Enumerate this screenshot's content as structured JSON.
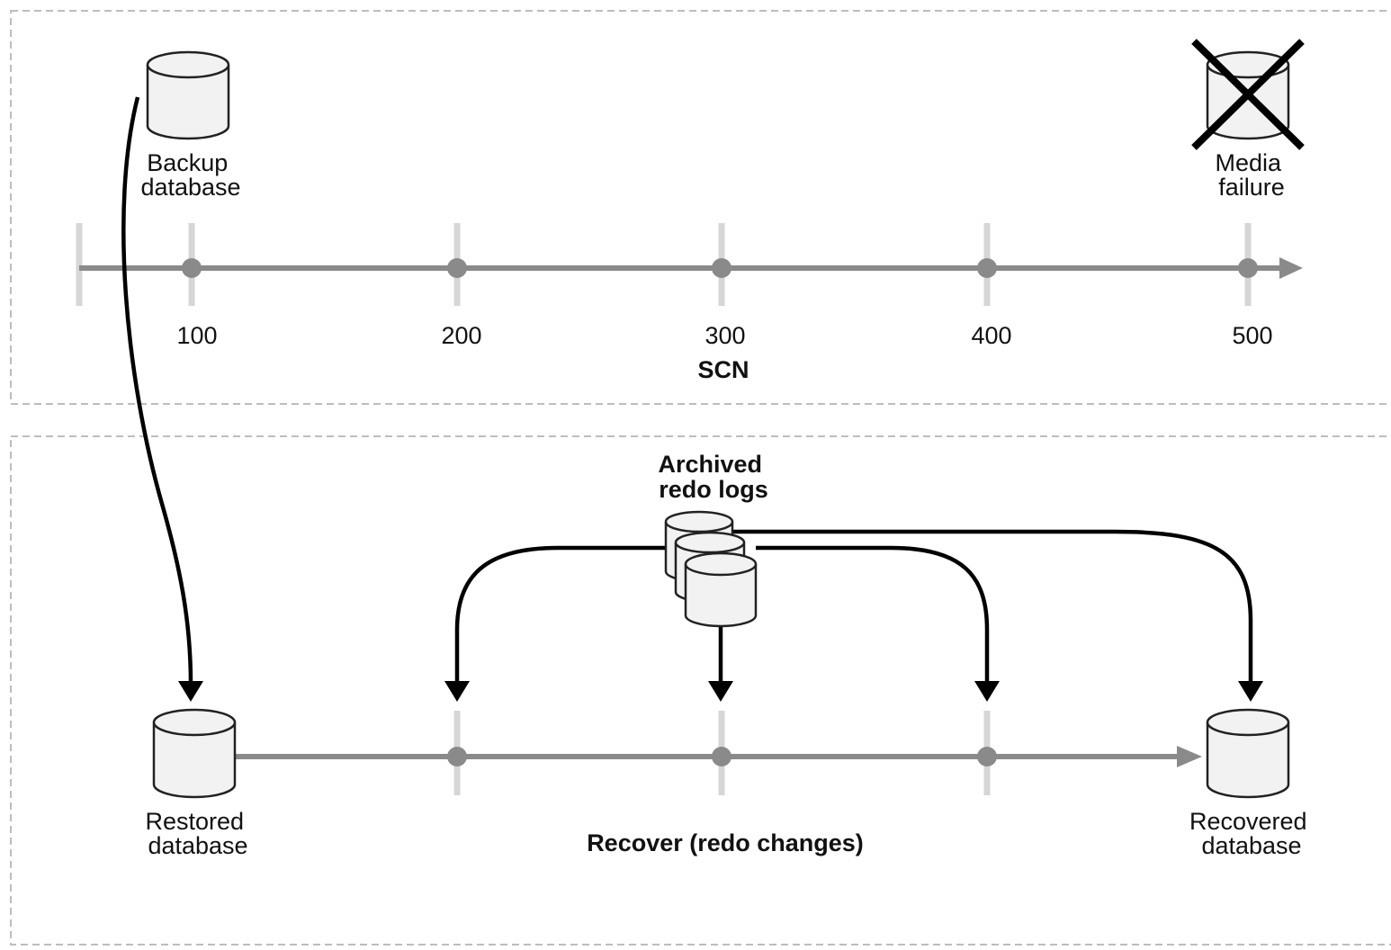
{
  "top_panel": {
    "backup_label": {
      "line1": "Backup",
      "line2": "database"
    },
    "failure_label": {
      "line1": "Media",
      "line2": "failure"
    },
    "ticks": [
      "100",
      "200",
      "300",
      "400",
      "500"
    ],
    "axis_label": "SCN"
  },
  "bottom_panel": {
    "archived_label": {
      "line1": "Archived",
      "line2": "redo logs"
    },
    "restored_label": {
      "line1": "Restored",
      "line2": "database"
    },
    "recovered_label": {
      "line1": "Recovered",
      "line2": "database"
    },
    "recover_label": "Recover (redo changes)"
  },
  "colors": {
    "border": "#bdbdbd",
    "timeline": "#8a8a8a",
    "tick": "#d6d6d6",
    "arrow": "#000000",
    "cylinder_fill": "#f2f2f2",
    "cylinder_stroke": "#222222"
  }
}
